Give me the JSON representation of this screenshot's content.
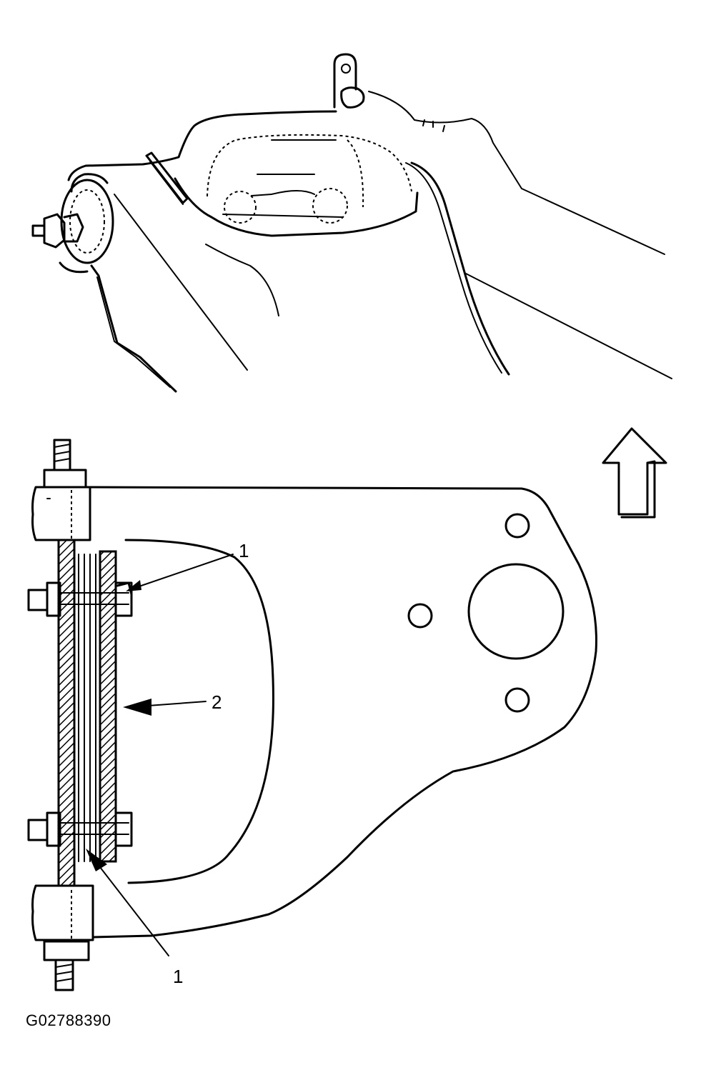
{
  "figure": {
    "id_label": "G02788390",
    "callouts": [
      {
        "key": "callout-1-top",
        "text": "1"
      },
      {
        "key": "callout-2",
        "text": "2"
      },
      {
        "key": "callout-1-bottom",
        "text": "1"
      }
    ]
  },
  "icons": {
    "direction_arrow": "up-arrow-icon"
  },
  "colors": {
    "line": "#000000",
    "background": "#ffffff"
  }
}
